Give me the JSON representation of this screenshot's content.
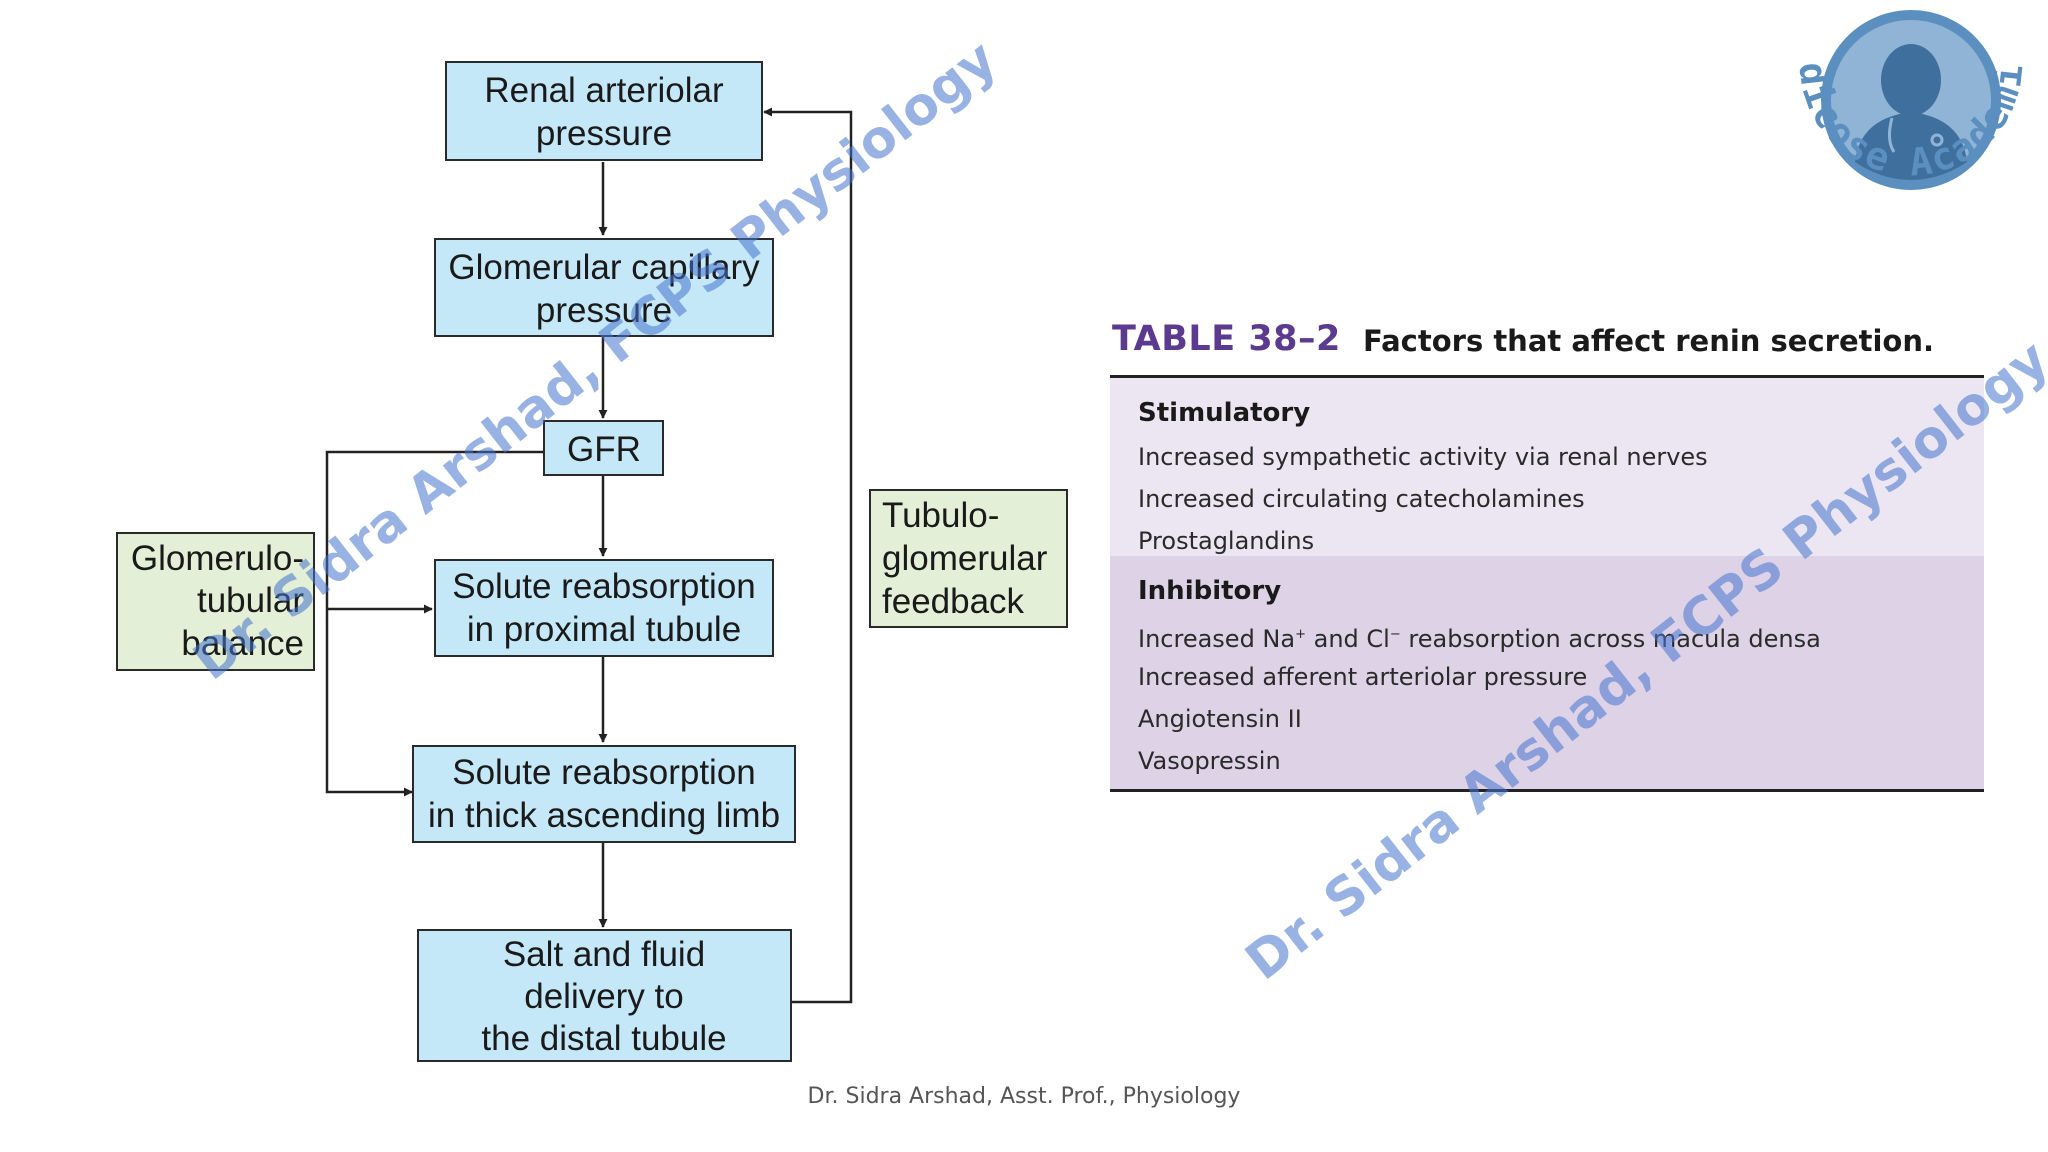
{
  "flowchart": {
    "renal_arteriolar_pressure": [
      "Renal arteriolar",
      "pressure"
    ],
    "glomerular_capillary_pressure": [
      "Glomerular capillary",
      "pressure"
    ],
    "gfr": "GFR",
    "proximal_tubule": [
      "Solute reabsorption",
      "in proximal tubule"
    ],
    "thick_ascending_limb": [
      "Solute reabsorption",
      "in thick ascending limb"
    ],
    "distal_delivery": [
      "Salt and fluid",
      "delivery to",
      "the distal tubule"
    ],
    "glomerulotubular_balance": [
      "Glomerulo-",
      "tubular",
      "balance"
    ],
    "tubuloglomerular_feedback": [
      "Tubulo-",
      "glomerular",
      "feedback"
    ]
  },
  "table": {
    "number": "TABLE 38–2",
    "caption": "Factors that affect renin secretion.",
    "stimulatory": {
      "title": "Stimulatory",
      "items": [
        "Increased sympathetic activity via renal nerves",
        "Increased circulating catecholamines",
        "Prostaglandins"
      ]
    },
    "inhibitory": {
      "title": "Inhibitory",
      "items": [
        "Increased afferent arteriolar pressure",
        "Angiotensin II",
        "Vasopressin"
      ],
      "na_cl_item": {
        "part1": "Increased Na",
        "sup1": "+",
        "part2": " and Cl",
        "sup2": "−",
        "part3": " reabsorption across macula densa"
      }
    }
  },
  "logo": {
    "text": "Medicose Academics"
  },
  "watermark": "Dr. Sidra Arshad, FCPS Physiology",
  "footer": "Dr. Sidra Arshad, Asst. Prof., Physiology",
  "colors": {
    "blue_box": "#c5e8f8",
    "green_box": "#e3efd6",
    "table_accent": "#5b3a8f",
    "stim_bg": "#ebe6f2",
    "inhib_bg": "#ddd2e6",
    "logo_blue": "#5b8fc0"
  }
}
